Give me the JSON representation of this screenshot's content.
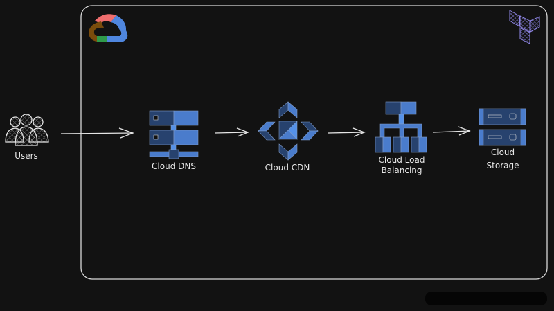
{
  "diagram": {
    "title_logo": "Google Cloud",
    "tool_logo": "Terraform",
    "nodes": [
      {
        "id": "users",
        "label": "Users",
        "icon": "users-icon"
      },
      {
        "id": "dns",
        "label": "Cloud DNS",
        "icon": "dns-server-icon"
      },
      {
        "id": "cdn",
        "label": "Cloud CDN",
        "icon": "cdn-icon"
      },
      {
        "id": "lb",
        "label_line1": "Cloud Load",
        "label_line2": "Balancing",
        "icon": "load-balancer-icon"
      },
      {
        "id": "storage",
        "label_line1": "Cloud",
        "label_line2": "Storage",
        "icon": "storage-icon"
      }
    ],
    "edges": [
      {
        "from": "users",
        "to": "dns"
      },
      {
        "from": "dns",
        "to": "cdn"
      },
      {
        "from": "cdn",
        "to": "lb"
      },
      {
        "from": "lb",
        "to": "storage"
      }
    ],
    "colors": {
      "dark_blue": "#27426e",
      "light_blue": "#4a7ccc",
      "bright_blue": "#5591e8",
      "stroke": "#e6e6e6",
      "terraform": "#8f86e6"
    }
  }
}
